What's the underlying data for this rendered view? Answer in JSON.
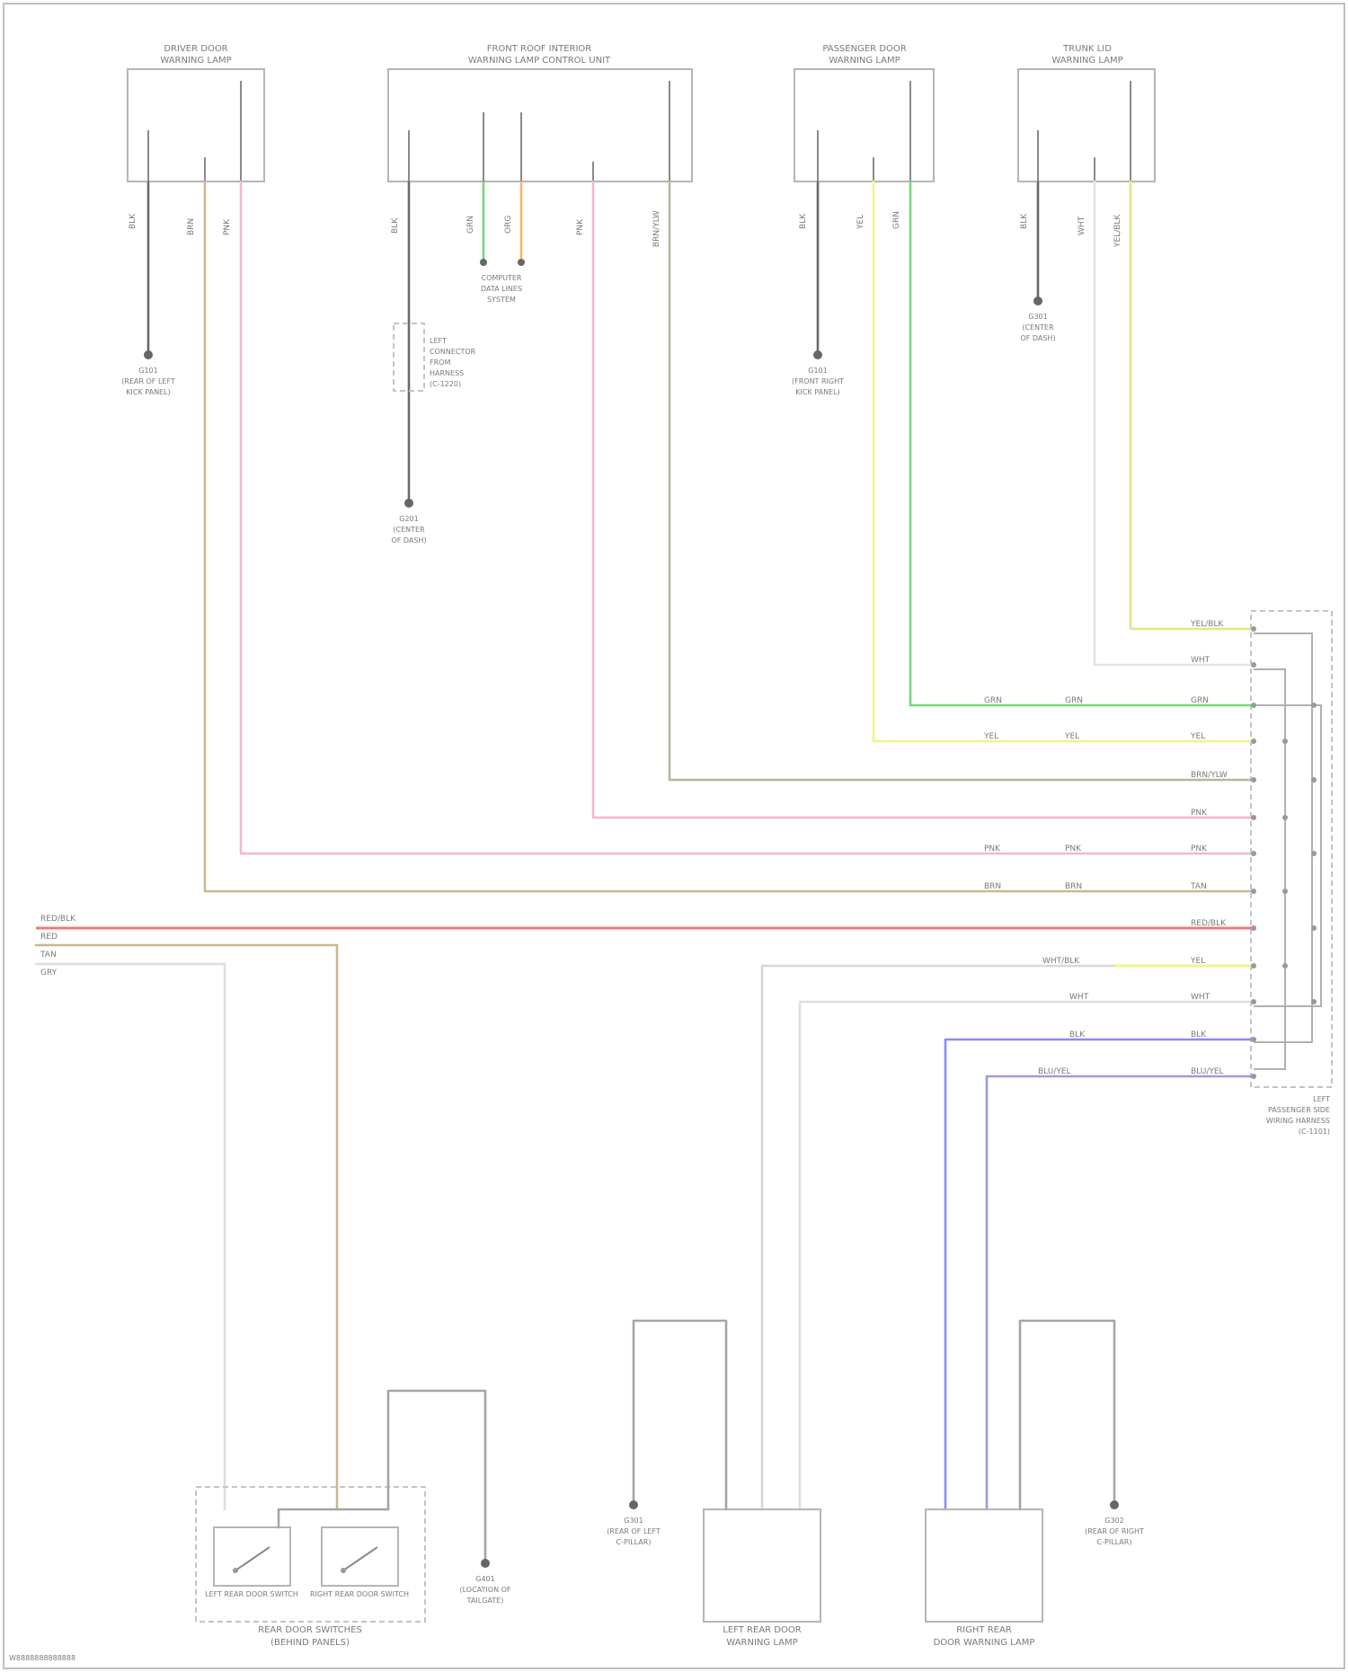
{
  "colors": {
    "black": "#6a6a6a",
    "tan": "#c8b890",
    "pink": "#f2b8c6",
    "green": "#7ad67a",
    "orange": "#f3b56a",
    "yellow": "#f3f38a",
    "white": "#dedede",
    "brown": "#b9b59c",
    "red": "#ec7b7b",
    "blue": "#8a8af0",
    "gray": "#a5a5a5"
  },
  "components": {
    "driver_door_lamp": {
      "name": "DRIVER DOOR",
      "sub": "WARNING LAMP"
    },
    "control_unit": {
      "name": "FRONT ROOF INTERIOR",
      "sub": "WARNING LAMP CONTROL UNIT"
    },
    "passenger_door_lamp": {
      "name": "PASSENGER DOOR",
      "sub": "WARNING LAMP"
    },
    "trunk_lamp": {
      "name": "TRUNK LID",
      "sub": "WARNING LAMP"
    },
    "door_switches": {
      "name": "REAR DOOR SWITCHES",
      "sub": "(BEHIND PANELS)"
    },
    "left_rear_lamp": {
      "name": "LEFT REAR DOOR",
      "sub": "WARNING LAMP"
    },
    "right_rear_lamp": {
      "name": "RIGHT REAR",
      "sub": "DOOR WARNING LAMP"
    },
    "inline_connector": {
      "name": "LEFT",
      "sub": "PASSENGER SIDE",
      "line3": "WIRING HARNESS",
      "line4": "(C-1101)"
    }
  },
  "switch_labels": {
    "left": "LEFT REAR DOOR SWITCH",
    "right": "RIGHT REAR DOOR SWITCH"
  },
  "grounds": {
    "g1": {
      "l1": "G101",
      "l2": "(REAR OF LEFT",
      "l3": "KICK PANEL)"
    },
    "g2": {
      "l1": "LEFT",
      "l2": "CONNECTOR",
      "l3": "FROM",
      "l4": "HARNESS",
      "l5": "(C-1220)"
    },
    "g3": {
      "l1": "G201",
      "l2": "(CENTER",
      "l3": "OF DASH)"
    },
    "g4": {
      "l1": "G101",
      "l2": "(FRONT RIGHT",
      "l3": "KICK PANEL)"
    },
    "g5": {
      "l1": "G301",
      "l2": "(CENTER",
      "l3": "OF DASH)"
    },
    "g6": {
      "l1": "G301",
      "l2": "(REAR OF LEFT",
      "l3": "C-PILLAR)"
    },
    "g7": {
      "l1": "G302",
      "l2": "(REAR OF RIGHT",
      "l3": "C-PILLAR)"
    },
    "g8": {
      "l1": "G401",
      "l2": "(LOCATION OF",
      "l3": "TAILGATE)"
    }
  },
  "data_splice": {
    "l1": "COMPUTER",
    "l2": "DATA LINES",
    "l3": "SYSTEM"
  },
  "wire_labels": {
    "blk": "BLK",
    "brn": "BRN",
    "pnk": "PNK",
    "grn": "GRN",
    "org": "ORG",
    "yel": "YEL",
    "wht": "WHT",
    "red": "RED",
    "red_blk": "RED/BLK",
    "wht_blk": "WHT/BLK",
    "blu_ylw": "BLU/YEL",
    "brn_ylw": "BRN/YLW",
    "yel_blk": "YEL/BLK",
    "tan": "TAN",
    "gry": "GRY"
  },
  "left_edge": {
    "l1": "RED/BLK",
    "l2": "RED",
    "l3": "TAN",
    "l4": "GRY"
  },
  "footer": {
    "code": "W8888888888888"
  }
}
